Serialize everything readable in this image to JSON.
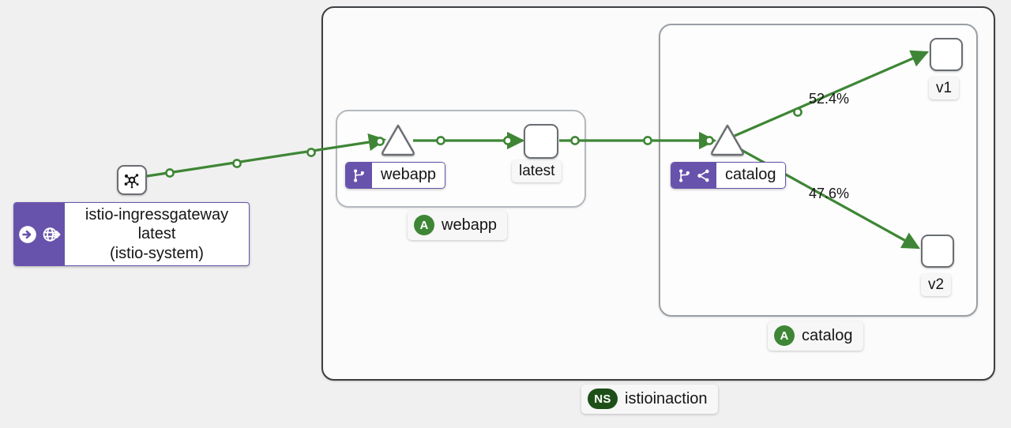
{
  "graph": {
    "namespace_box": {
      "badge": "NS",
      "label": "istioinaction"
    },
    "groups": [
      {
        "name": "webapp",
        "badge": "A",
        "label": "webapp"
      },
      {
        "name": "catalog",
        "badge": "A",
        "label": "catalog"
      }
    ],
    "external_node": {
      "icon": "mesh-icon",
      "box": {
        "icons": [
          "gateway-arrow-icon",
          "globe-route-icon"
        ],
        "line1": "istio-ingressgateway",
        "line2": "latest",
        "line3": "(istio-system)"
      }
    },
    "services": [
      {
        "name": "webapp",
        "shape": "triangle",
        "icons": [
          "virtual-service-icon"
        ],
        "label": "webapp"
      },
      {
        "name": "catalog",
        "shape": "triangle",
        "icons": [
          "virtual-service-icon",
          "destination-rule-icon"
        ],
        "label": "catalog"
      }
    ],
    "workloads": [
      {
        "name": "latest",
        "label": "latest"
      },
      {
        "name": "v1",
        "label": "v1"
      },
      {
        "name": "v2",
        "label": "v2"
      }
    ],
    "edges": [
      {
        "from": "istio-ingressgateway",
        "to": "webapp-service",
        "label": ""
      },
      {
        "from": "webapp-service",
        "to": "latest",
        "label": ""
      },
      {
        "from": "latest",
        "to": "catalog-service",
        "label": ""
      },
      {
        "from": "catalog-service",
        "to": "v1",
        "label": "52.4%"
      },
      {
        "from": "catalog-service",
        "to": "v2",
        "label": "47.6%"
      }
    ],
    "colors": {
      "edge_green": "#3e8635",
      "badge_purple": "#6753ac",
      "app_badge_green": "#3e8635",
      "ns_badge_green": "#1e4f18",
      "node_border": "#6a6e73",
      "canvas": "#f0f0f0"
    }
  }
}
